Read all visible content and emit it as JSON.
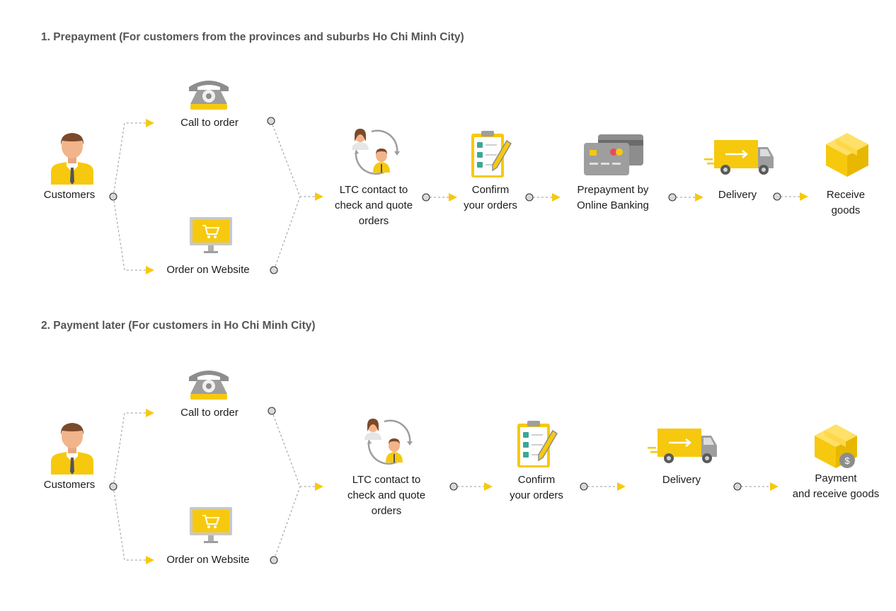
{
  "sections": [
    {
      "title": "1. Prepayment (For customers from the provinces and suburbs Ho Chi Minh City)",
      "customers": "Customers",
      "call": "Call to order",
      "website": "Order on Website",
      "contact": [
        "LTC contact to",
        "check and quote",
        "orders"
      ],
      "confirm": [
        "Confirm",
        "your orders"
      ],
      "prepay": [
        "Prepayment by",
        "Online Banking"
      ],
      "delivery": "Delivery",
      "receive": [
        "Receive",
        "goods"
      ]
    },
    {
      "title": "2. Payment later (For customers in Ho Chi Minh City)",
      "customers": "Customers",
      "call": "Call to order",
      "website": "Order on Website",
      "contact": [
        "LTC contact to",
        "check and quote",
        "orders"
      ],
      "confirm": [
        "Confirm",
        "your orders"
      ],
      "delivery": "Delivery",
      "receive": [
        "Payment",
        "and receive goods"
      ]
    }
  ],
  "icons": {
    "customer": "customer-icon",
    "phone": "telephone-icon",
    "website": "shopping-cart-monitor-icon",
    "contact": "contact-persons-icon",
    "confirm": "clipboard-checklist-icon",
    "bank": "credit-card-icon",
    "delivery": "delivery-truck-icon",
    "box": "package-box-icon",
    "box_pay": "package-payment-icon"
  },
  "colors": {
    "accent": "#f6c90e",
    "icon_grey": "#8d8d8d",
    "title": "#555555"
  }
}
